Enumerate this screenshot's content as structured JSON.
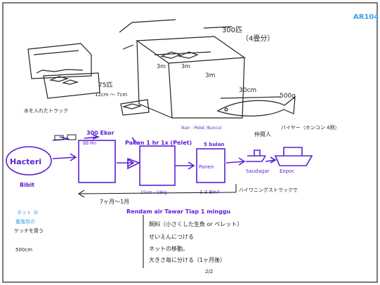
{
  "tag": "AR104",
  "large_tank": {
    "count_label": "300匹",
    "size_label": "（4畳分）",
    "dims": [
      "3m",
      "3m",
      "3m"
    ]
  },
  "small_tank": {
    "count_label": "75匹",
    "size_label": "12cm ～ 7cm",
    "truck_label": "水を入れたトラック"
  },
  "fish_sizes": {
    "length_label": "30cm",
    "weight_label": "500g"
  },
  "flow": {
    "hatchery": "Hacteri",
    "hatchery_sub": "Bibit",
    "count_note": "300 Ekor",
    "wire_note": "BB Mn",
    "pakan_label": "Pakan 1 hr 1x (Pelet)",
    "feed_label": "Ikan : Pelet /Kuncul",
    "sz1_label": "15cm - 18kg",
    "stage3_label": "Panen",
    "stage3_sub": "5 bulan",
    "weight_label": "1-3 Bln?",
    "buyers_label": "仲買人",
    "buyer_label": "バイヤー（ホンコン 4割）",
    "trader_label": "Saudagar",
    "export_label": "Expor.",
    "return_label": "7ヶ月～1月",
    "other_label": "ハイワニングストラックで"
  },
  "notes": {
    "title": "Rendam air Tawar Tiap 1 minggu",
    "items": [
      "飼料（小さくした生魚 or ペレット）",
      "せいえんにつける",
      "ネットの移動。",
      "大きさ毎に分ける（1ヶ月後）"
    ],
    "page_mark": "2/2"
  },
  "left_notes": {
    "blue": [
      "ネット 3t",
      "養殖用の",
      "ケッチを買う"
    ],
    "black": "500cm"
  },
  "colors": {
    "purple": "#5a1fd6",
    "blue": "#3aa0ee",
    "ink": "#222222"
  }
}
